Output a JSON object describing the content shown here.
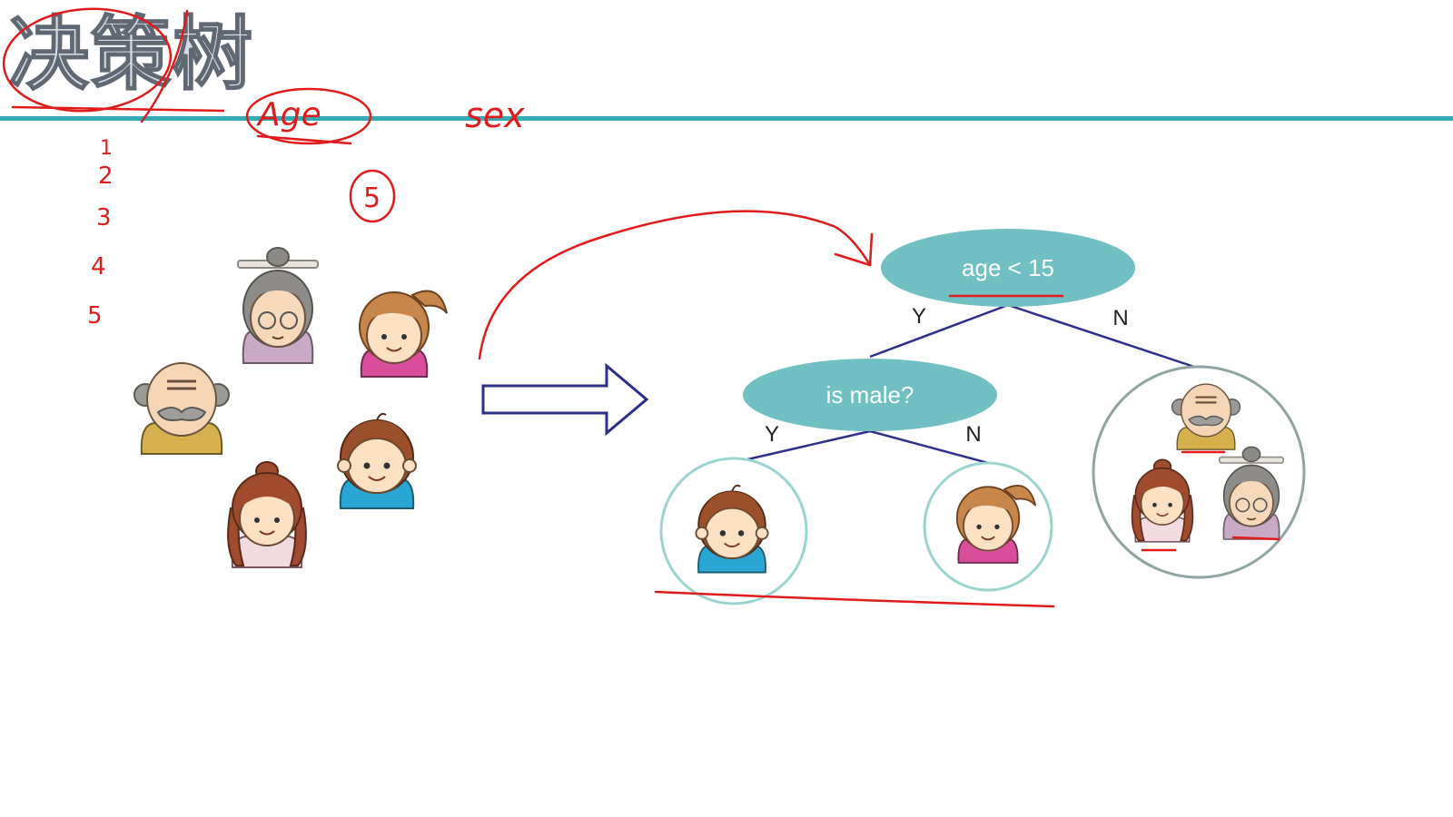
{
  "title": "决策树",
  "annotations": {
    "age_note": "Age",
    "sex_note": "sex",
    "five_note": "5",
    "list_marks": [
      "1",
      "2",
      "3",
      "4",
      "5"
    ]
  },
  "tree": {
    "root": {
      "label": "age < 15"
    },
    "root_yes": "Y",
    "root_no": "N",
    "child": {
      "label": "is male?"
    },
    "child_yes": "Y",
    "child_no": "N"
  },
  "colors": {
    "accent_rule": "#35aab3",
    "node_fill": "#6fbfc3",
    "edge": "#2e2f8a",
    "ink": "#e11b1b"
  },
  "icons": [
    "grandma-avatar",
    "grandpa-avatar",
    "girl-ponytail-avatar",
    "boy-avatar",
    "woman-avatar",
    "right-arrow-icon"
  ]
}
